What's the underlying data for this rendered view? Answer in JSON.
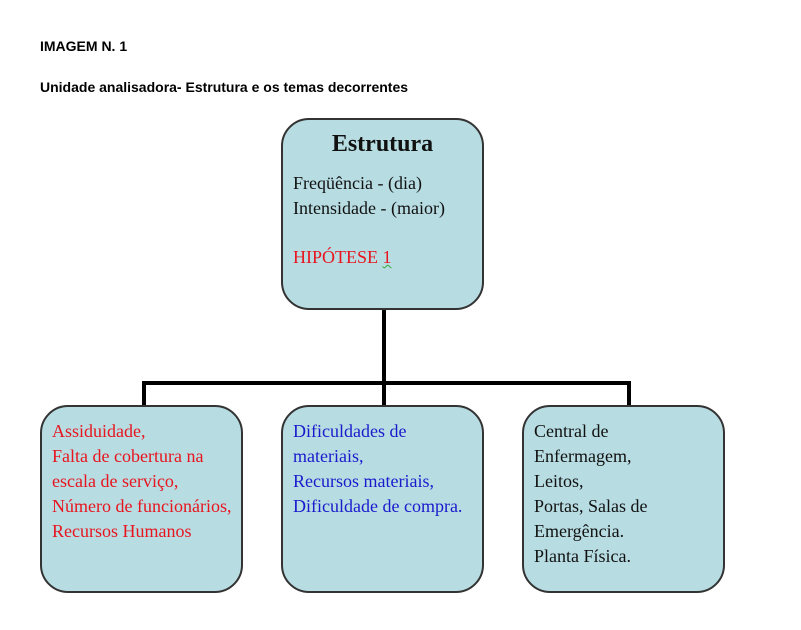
{
  "header": {
    "label": "IMAGEM N. 1",
    "subtitle": "Unidade analisadora- Estrutura e os temas decorrentes"
  },
  "root": {
    "title": "Estrutura",
    "lines": [
      "Freqüência - (dia)",
      "Intensidade - (maior)"
    ],
    "hypothesis": "HIPÓTESE",
    "hypothesis_num": "1"
  },
  "children": [
    {
      "lines": [
        "Assiduidade,",
        "Falta de cobertura na escala de serviço,",
        "Número de funcionários,",
        "Recursos Humanos"
      ],
      "color": "#e8141e"
    },
    {
      "lines": [
        "Dificuldades de materiais,",
        "Recursos materiais,",
        "Dificuldade de compra."
      ],
      "color": "#1a1acc"
    },
    {
      "lines": [
        "Central de Enfermagem,",
        "Leitos,",
        "Portas, Salas de Emergência.",
        "Planta Física."
      ],
      "color": "#111111"
    }
  ]
}
